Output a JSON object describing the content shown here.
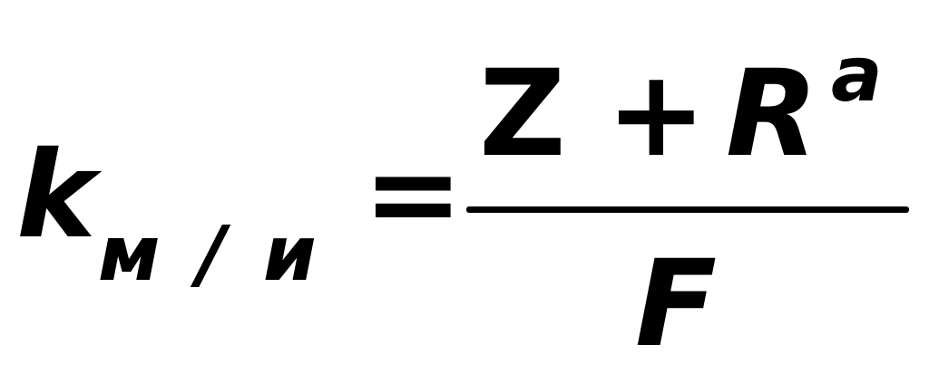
{
  "formula": {
    "lhs": {
      "variable": "k",
      "subscript": "м / и"
    },
    "equals": "=",
    "numerator": {
      "term1": "Z",
      "operator": "+",
      "term2": "R",
      "term2_superscript": "a"
    },
    "denominator": "F"
  }
}
